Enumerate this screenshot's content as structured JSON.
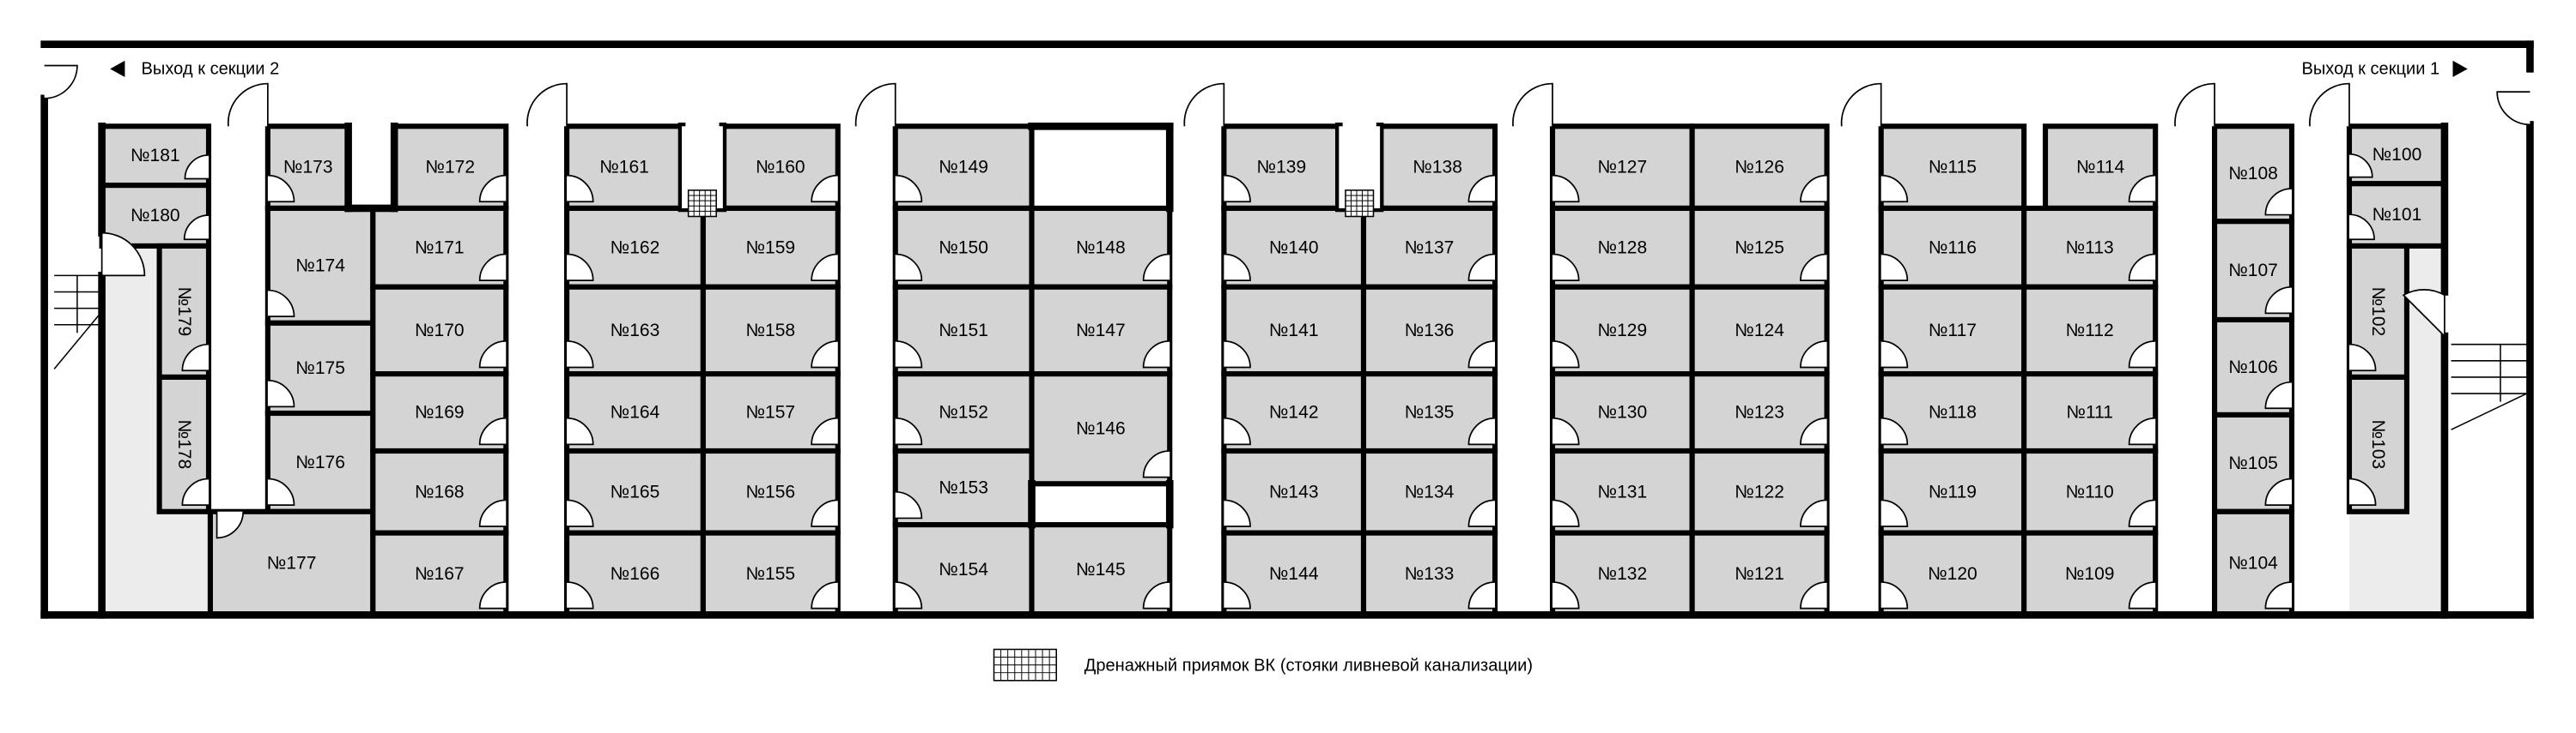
{
  "exits": {
    "left": "Выход к секции 2",
    "right": "Выход к секции 1"
  },
  "legend": {
    "drain": "Дренажный приямок ВК (стояки ливневой канализации)"
  },
  "rooms": {
    "r100": "№100",
    "r101": "№101",
    "r102": "№102",
    "r103": "№103",
    "r104": "№104",
    "r105": "№105",
    "r106": "№106",
    "r107": "№107",
    "r108": "№108",
    "r109": "№109",
    "r110": "№110",
    "r111": "№111",
    "r112": "№112",
    "r113": "№113",
    "r114": "№114",
    "r115": "№115",
    "r116": "№116",
    "r117": "№117",
    "r118": "№118",
    "r119": "№119",
    "r120": "№120",
    "r121": "№121",
    "r122": "№122",
    "r123": "№123",
    "r124": "№124",
    "r125": "№125",
    "r126": "№126",
    "r127": "№127",
    "r128": "№128",
    "r129": "№129",
    "r130": "№130",
    "r131": "№131",
    "r132": "№132",
    "r133": "№133",
    "r134": "№134",
    "r135": "№135",
    "r136": "№136",
    "r137": "№137",
    "r138": "№138",
    "r139": "№139",
    "r140": "№140",
    "r141": "№141",
    "r142": "№142",
    "r143": "№143",
    "r144": "№144",
    "r145": "№145",
    "r146": "№146",
    "r147": "№147",
    "r148": "№148",
    "r149": "№149",
    "r150": "№150",
    "r151": "№151",
    "r152": "№152",
    "r153": "№153",
    "r154": "№154",
    "r155": "№155",
    "r156": "№156",
    "r157": "№157",
    "r158": "№158",
    "r159": "№159",
    "r160": "№160",
    "r161": "№161",
    "r162": "№162",
    "r163": "№163",
    "r164": "№164",
    "r165": "№165",
    "r166": "№166",
    "r167": "№167",
    "r168": "№168",
    "r169": "№169",
    "r170": "№170",
    "r171": "№171",
    "r172": "№172",
    "r173": "№173",
    "r174": "№174",
    "r175": "№175",
    "r176": "№176",
    "r177": "№177",
    "r178": "№178",
    "r179": "№179",
    "r180": "№180",
    "r181": "№181"
  }
}
